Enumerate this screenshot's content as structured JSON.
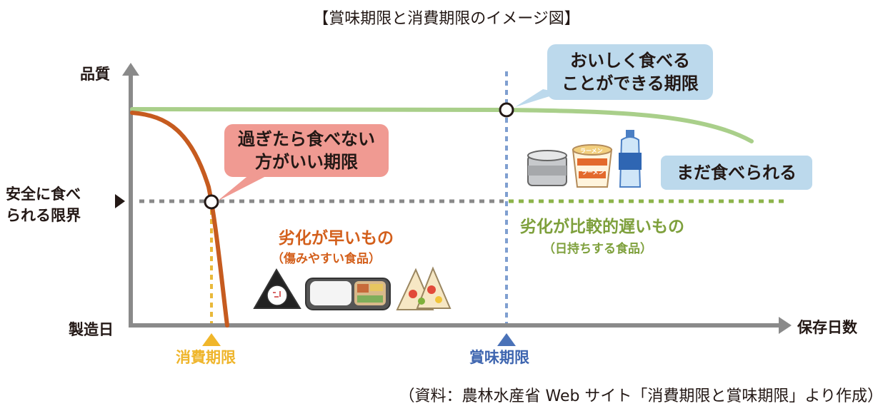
{
  "title": "【賞味期限と消費期限のイメージ図】",
  "axes": {
    "y_label": "品質",
    "x_label": "保存日数",
    "origin_label": "製造日",
    "threshold_label_line1": "安全に食べ",
    "threshold_label_line2": "られる限界"
  },
  "markers": {
    "consumption_deadline": "消費期限",
    "best_before": "賞味期限"
  },
  "bubbles": {
    "best_before_line1": "おいしく食べる",
    "best_before_line2": "ことができる期限",
    "consumption_line1": "過ぎたら食べない",
    "consumption_line2": "方がいい期限",
    "still_edible": "まだ食べられる"
  },
  "categories": {
    "perishable_title": "劣化が早いもの",
    "perishable_sub": "（傷みやすい食品）",
    "long_lasting_title": "劣化が比較的遅いもの",
    "long_lasting_sub": "（日持ちする食品）"
  },
  "illustration_text": {
    "cup_label_top": "ラーメン",
    "cup_label_mid": "ラーメン"
  },
  "footer": "（資料：農林水産省 Web サイト「消費期限と賞味期限」より作成）",
  "colors": {
    "green_curve": "#a9cf8a",
    "orange_curve": "#c65b1f",
    "axis_gray": "#8a8a8a",
    "threshold_dotted": "#8a8a8a",
    "green_dotted": "#8db44a",
    "yellow_dotted": "#e9b93a",
    "blue_dotted": "#7f9fd0",
    "marker_yellow": "#f0b62a",
    "marker_blue": "#4a72b8"
  }
}
